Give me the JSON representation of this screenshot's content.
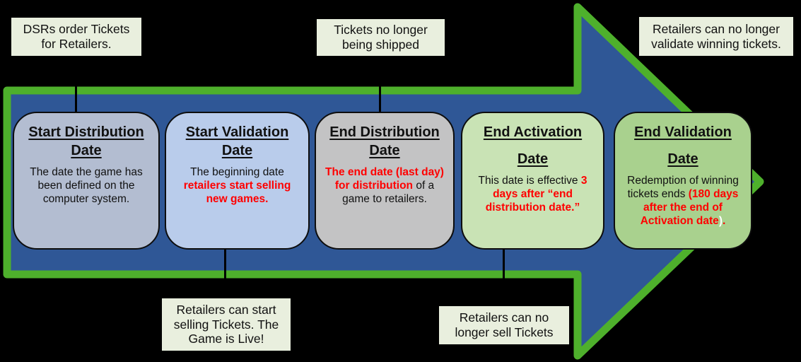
{
  "diagram_title": "Lottery game lifecycle timeline",
  "colors": {
    "background": "#000000",
    "arrow_fill": "#2f5796",
    "arrow_outline": "#4eb02c",
    "callout_fill": "#e9efde",
    "emphasis_red": "#ff0000",
    "box_fills": [
      "#b3bdd1",
      "#b9cceb",
      "#c3c3c4",
      "#c9e3b5",
      "#a9d18e"
    ]
  },
  "boxes": [
    {
      "id": "start-distribution-date",
      "title": "Start Distribution Date",
      "title2": "",
      "fill": "#b3bdd1",
      "segments": [
        {
          "t": "The date the game has been defined on the computer system.",
          "s": "black"
        }
      ]
    },
    {
      "id": "start-validation-date",
      "title": "Start Validation Date",
      "title2": "",
      "fill": "#b9cceb",
      "segments": [
        {
          "t": "The beginning date ",
          "s": "black"
        },
        {
          "t": "retailers start selling new games.",
          "s": "red"
        }
      ]
    },
    {
      "id": "end-distribution-date",
      "title": "End Distribution Date",
      "title2": "",
      "fill": "#c3c3c4",
      "segments": [
        {
          "t": "The end date (last day) for distribution",
          "s": "red"
        },
        {
          "t": " of a game to retailers.",
          "s": "black"
        }
      ]
    },
    {
      "id": "end-activation-date",
      "title": "End Activation",
      "title2": "Date",
      "fill": "#c9e3b5",
      "segments": [
        {
          "t": "This date is effective ",
          "s": "black"
        },
        {
          "t": "3 days after “end distribution date.”",
          "s": "red"
        }
      ]
    },
    {
      "id": "end-validation-date",
      "title": "End Validation",
      "title2": "Date",
      "fill": "#a9d18e",
      "segments": [
        {
          "t": "Redemption of winning tickets ends ",
          "s": "black"
        },
        {
          "t": "(180 days after the end of Activation date",
          "s": "red"
        },
        {
          "t": ")",
          "s": "white"
        },
        {
          "t": ".",
          "s": "red"
        }
      ]
    }
  ],
  "callouts": [
    {
      "id": "dsrs-order-tickets",
      "text": "DSRs order Tickets for Retailers."
    },
    {
      "id": "tickets-no-longer-shipped",
      "text": "Tickets no longer being shipped"
    },
    {
      "id": "retailers-cannot-validate",
      "text": "Retailers can no longer validate winning tickets."
    },
    {
      "id": "retailers-start-selling",
      "text": "Retailers can start selling Tickets. The Game is Live!"
    },
    {
      "id": "retailers-cannot-sell",
      "text": "Retailers can no longer sell Tickets"
    }
  ]
}
